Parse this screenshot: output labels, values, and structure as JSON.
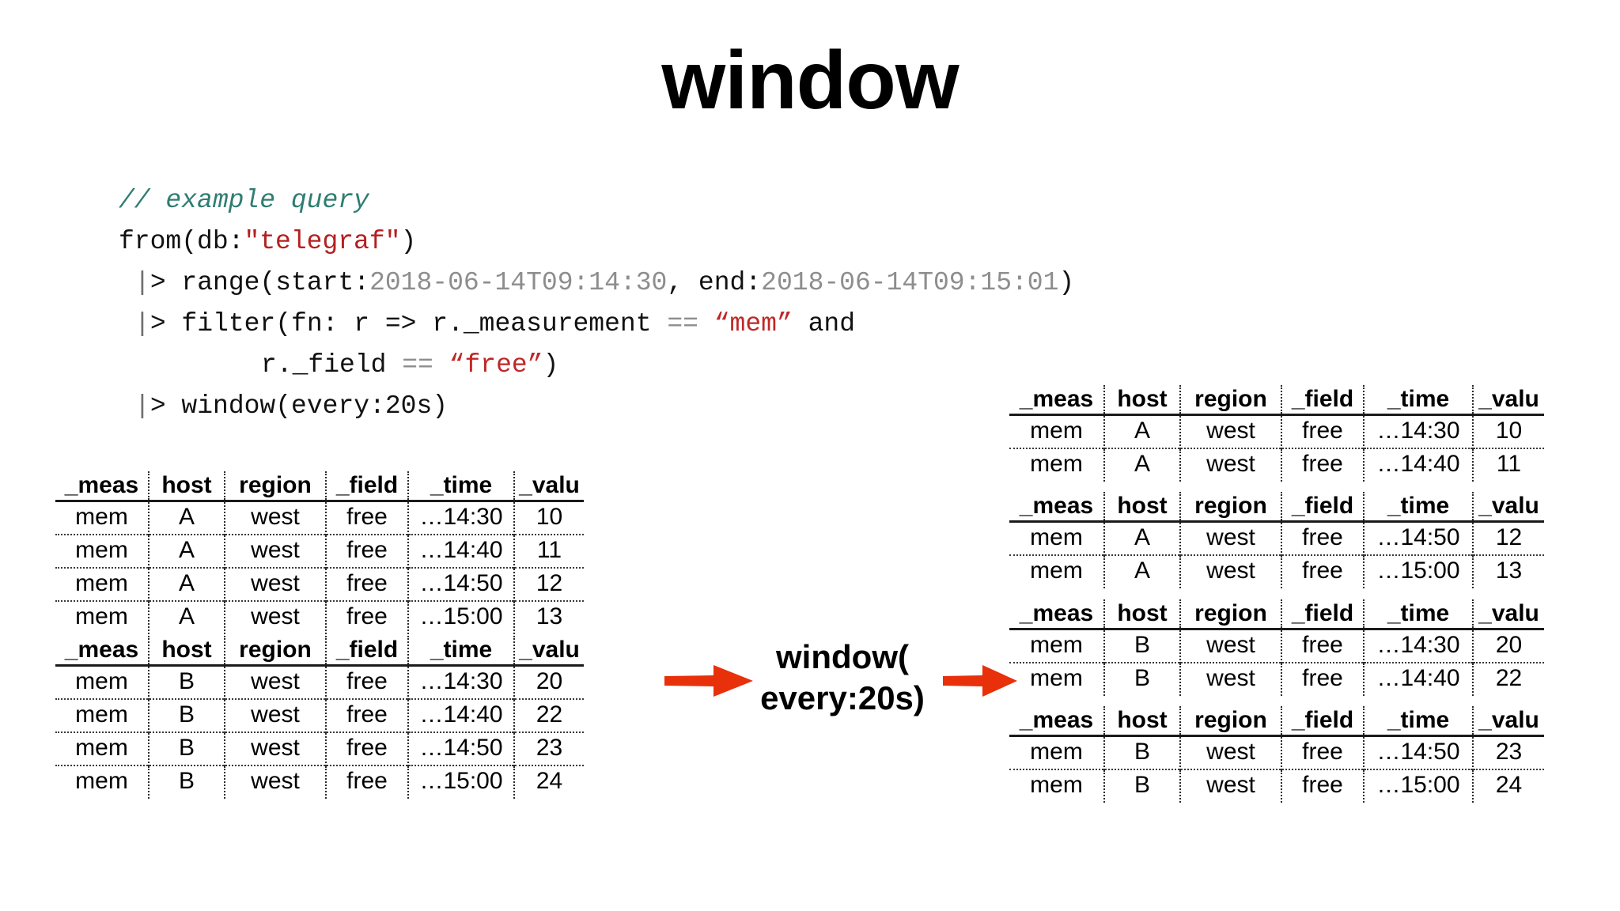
{
  "slide": {
    "title": "window",
    "background": "#ffffff",
    "accent_red": "#e8300a",
    "comment_color": "#2f7d72",
    "string_color": "#b42020",
    "dim_color": "#8d8d8d"
  },
  "code": {
    "lines": [
      {
        "indent": 0,
        "tokens": [
          {
            "t": "// example query",
            "c": "comment"
          }
        ]
      },
      {
        "indent": 0,
        "tokens": [
          {
            "t": "from(db:",
            "c": "plain"
          },
          {
            "t": "\"telegraf\"",
            "c": "str"
          },
          {
            "t": ")",
            "c": "plain"
          }
        ]
      },
      {
        "indent": 1,
        "tokens": [
          {
            "t": "|",
            "c": "pipe"
          },
          {
            "t": "> range(start:",
            "c": "plain"
          },
          {
            "t": "2018-06-14T09:14:30",
            "c": "dim"
          },
          {
            "t": ", end:",
            "c": "plain"
          },
          {
            "t": "2018-06-14T09:15:01",
            "c": "dim"
          },
          {
            "t": ")",
            "c": "plain"
          }
        ]
      },
      {
        "indent": 1,
        "tokens": [
          {
            "t": "|",
            "c": "pipe"
          },
          {
            "t": "> filter(fn: r => r._measurement ",
            "c": "plain"
          },
          {
            "t": "==",
            "c": "dim"
          },
          {
            "t": " ",
            "c": "plain"
          },
          {
            "t": "“mem”",
            "c": "str2"
          },
          {
            "t": " and",
            "c": "plain"
          }
        ]
      },
      {
        "indent": 9,
        "tokens": [
          {
            "t": "r._field ",
            "c": "plain"
          },
          {
            "t": "==",
            "c": "dim"
          },
          {
            "t": " ",
            "c": "plain"
          },
          {
            "t": "“free”",
            "c": "str2"
          },
          {
            "t": ")",
            "c": "plain"
          }
        ]
      },
      {
        "indent": 1,
        "tokens": [
          {
            "t": "|",
            "c": "pipe"
          },
          {
            "t": "> window(every:20s)",
            "c": "plain"
          }
        ]
      }
    ]
  },
  "transform": {
    "label_line1": "window(",
    "label_line2": "every:20s)",
    "arrow_left_name": "input-arrow",
    "arrow_right_name": "output-arrow"
  },
  "columns": [
    "_meas",
    "host",
    "region",
    "_field",
    "_time",
    "_valu"
  ],
  "input_tables": [
    {
      "id": "input-table-host-a",
      "rows": [
        [
          "mem",
          "A",
          "west",
          "free",
          "…14:30",
          "10"
        ],
        [
          "mem",
          "A",
          "west",
          "free",
          "…14:40",
          "11"
        ],
        [
          "mem",
          "A",
          "west",
          "free",
          "…14:50",
          "12"
        ],
        [
          "mem",
          "A",
          "west",
          "free",
          "…15:00",
          "13"
        ]
      ]
    },
    {
      "id": "input-table-host-b",
      "rows": [
        [
          "mem",
          "B",
          "west",
          "free",
          "…14:30",
          "20"
        ],
        [
          "mem",
          "B",
          "west",
          "free",
          "…14:40",
          "22"
        ],
        [
          "mem",
          "B",
          "west",
          "free",
          "…14:50",
          "23"
        ],
        [
          "mem",
          "B",
          "west",
          "free",
          "…15:00",
          "24"
        ]
      ]
    }
  ],
  "output_tables": [
    {
      "id": "output-table-a-window-1",
      "rows": [
        [
          "mem",
          "A",
          "west",
          "free",
          "…14:30",
          "10"
        ],
        [
          "mem",
          "A",
          "west",
          "free",
          "…14:40",
          "11"
        ]
      ]
    },
    {
      "id": "output-table-a-window-2",
      "rows": [
        [
          "mem",
          "A",
          "west",
          "free",
          "…14:50",
          "12"
        ],
        [
          "mem",
          "A",
          "west",
          "free",
          "…15:00",
          "13"
        ]
      ]
    },
    {
      "id": "output-table-b-window-1",
      "rows": [
        [
          "mem",
          "B",
          "west",
          "free",
          "…14:30",
          "20"
        ],
        [
          "mem",
          "B",
          "west",
          "free",
          "…14:40",
          "22"
        ]
      ]
    },
    {
      "id": "output-table-b-window-2",
      "rows": [
        [
          "mem",
          "B",
          "west",
          "free",
          "…14:50",
          "23"
        ],
        [
          "mem",
          "B",
          "west",
          "free",
          "…15:00",
          "24"
        ]
      ]
    }
  ]
}
